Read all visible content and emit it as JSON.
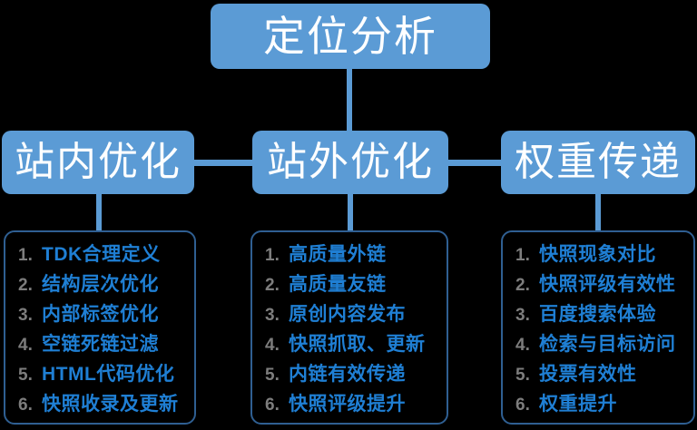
{
  "diagram": {
    "title": "定位分析",
    "colors": {
      "background": "#000000",
      "node_fill": "#5b9bd5",
      "node_text": "#ffffff",
      "connector": "#5b9bd5",
      "panel_border": "#2f5f92",
      "list_number": "#7d7d7d",
      "list_text": "#1f7fd4"
    },
    "branches": [
      {
        "heading": "站内优化",
        "items": [
          {
            "num": "1.",
            "text": "TDK合理定义"
          },
          {
            "num": "2.",
            "text": "结构层次优化"
          },
          {
            "num": "3.",
            "text": "内部标签优化"
          },
          {
            "num": "4.",
            "text": "空链死链过滤"
          },
          {
            "num": "5.",
            "text": "HTML代码优化"
          },
          {
            "num": "6.",
            "text": "快照收录及更新"
          }
        ]
      },
      {
        "heading": "站外优化",
        "items": [
          {
            "num": "1.",
            "text": "高质量外链"
          },
          {
            "num": "2.",
            "text": "高质量友链"
          },
          {
            "num": "3.",
            "text": "原创内容发布"
          },
          {
            "num": "4.",
            "text": "快照抓取、更新"
          },
          {
            "num": "5.",
            "text": "内链有效传递"
          },
          {
            "num": "6.",
            "text": "快照评级提升"
          }
        ]
      },
      {
        "heading": "权重传递",
        "items": [
          {
            "num": "1.",
            "text": "快照现象对比"
          },
          {
            "num": "2.",
            "text": "快照评级有效性"
          },
          {
            "num": "3.",
            "text": "百度搜索体验"
          },
          {
            "num": "4.",
            "text": "检索与目标访问"
          },
          {
            "num": "5.",
            "text": "投票有效性"
          },
          {
            "num": "6.",
            "text": "权重提升"
          }
        ]
      }
    ]
  }
}
